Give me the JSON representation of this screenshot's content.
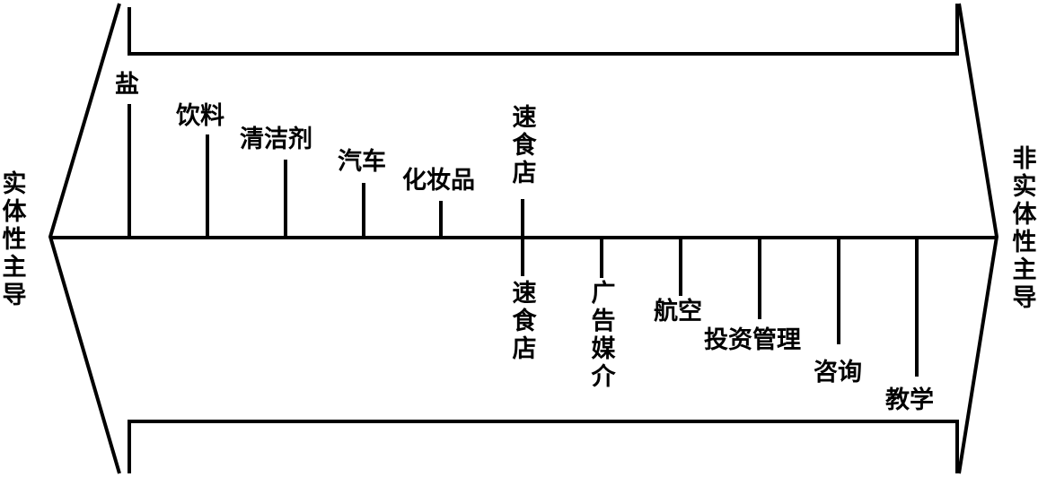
{
  "left_end": "实体性主导",
  "right_end": "非实体性主导",
  "upper_items": [
    "盐",
    "饮料",
    "清洁剂",
    "汽车",
    "化妆品",
    "速食店"
  ],
  "lower_items": [
    "速食店",
    "广告媒介",
    "航空",
    "投资管理",
    "咨询",
    "教学"
  ]
}
